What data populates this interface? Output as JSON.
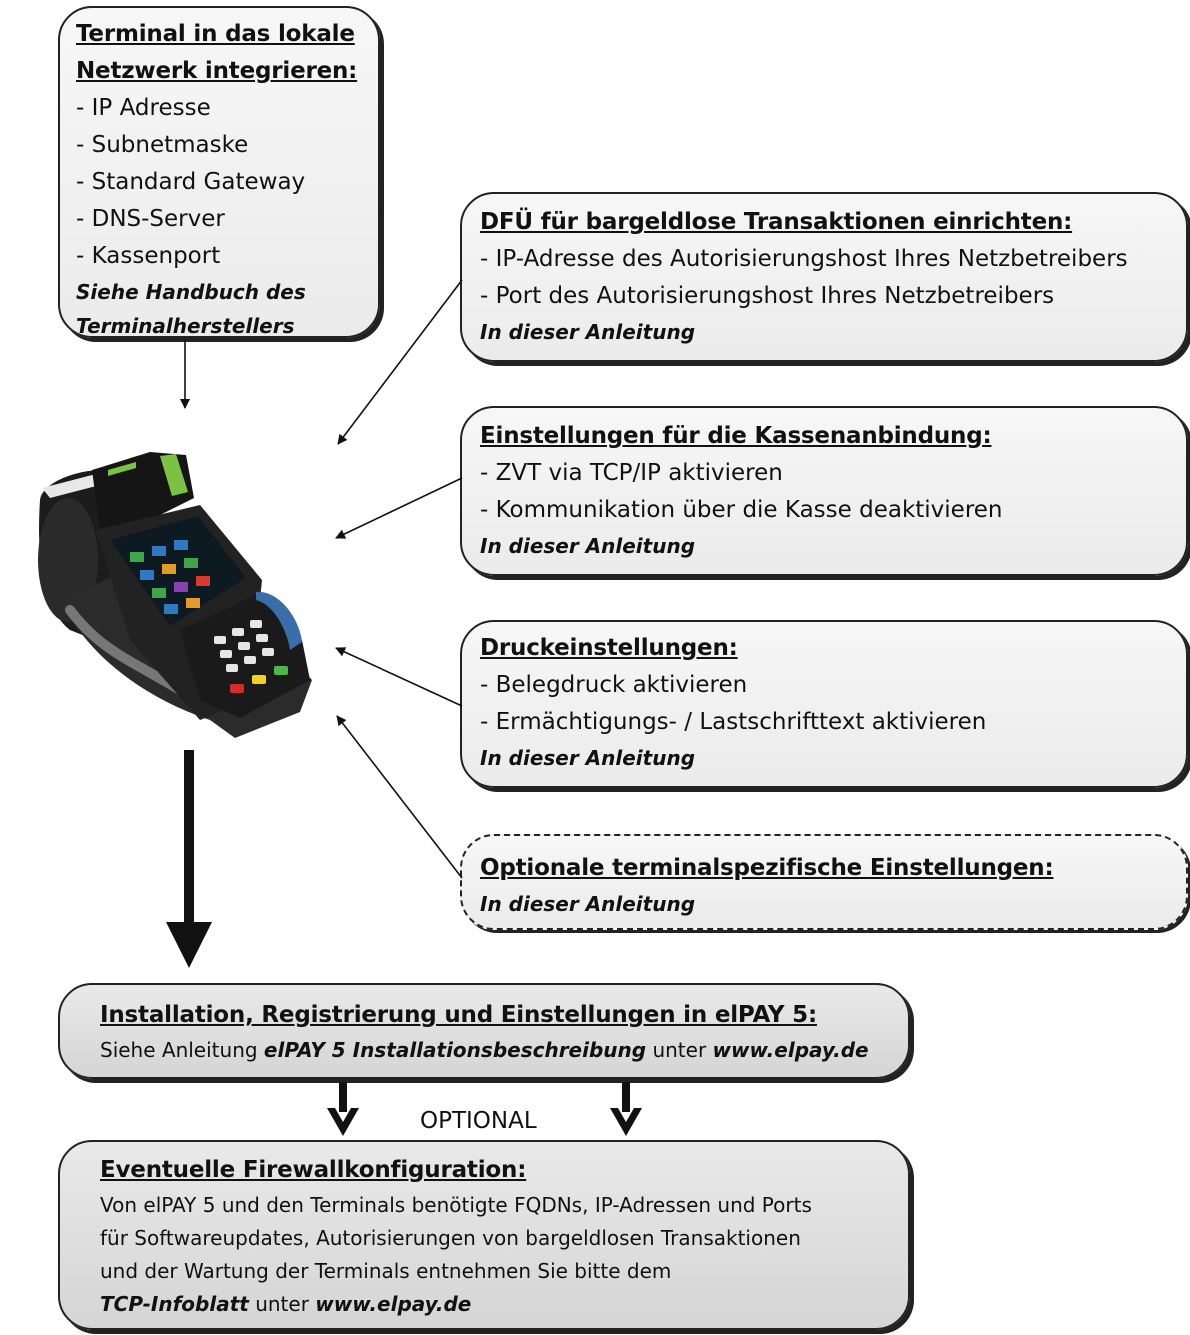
{
  "boxes": {
    "network": {
      "title_line1": "Terminal in das lokale",
      "title_line2": "Netzwerk integrieren:",
      "items": [
        "- IP Adresse",
        "- Subnetmaske",
        "- Standard Gateway",
        "- DNS-Server",
        "- Kassenport"
      ],
      "note_line1": "Siehe Handbuch des",
      "note_line2": "Terminalherstellers"
    },
    "dfue": {
      "title": "DFÜ für bargeldlose Transaktionen einrichten:",
      "items": [
        "- IP-Adresse des Autorisierungshost Ihres Netzbetreibers",
        "- Port des Autorisierungshost Ihres Netzbetreibers"
      ],
      "note": "In dieser Anleitung"
    },
    "kasse": {
      "title": "Einstellungen für die Kassenanbindung:",
      "items": [
        "- ZVT via TCP/IP aktivieren",
        "- Kommunikation über die Kasse deaktivieren"
      ],
      "note": "In dieser Anleitung"
    },
    "druck": {
      "title": "Druckeinstellungen:",
      "items": [
        "- Belegdruck aktivieren",
        "- Ermächtigungs- / Lastschrifttext aktivieren"
      ],
      "note": "In dieser Anleitung"
    },
    "optional_settings": {
      "title": "Optionale terminalspezifische Einstellungen:",
      "note": "In dieser Anleitung"
    },
    "elpay": {
      "title": "Installation, Registrierung und Einstellungen in elPAY 5:",
      "text_prefix": "Siehe Anleitung ",
      "doc": "elPAY 5 Installationsbeschreibung",
      "text_middle": " unter ",
      "url": "www.elpay.de"
    },
    "firewall": {
      "title": "Eventuelle Firewallkonfiguration:",
      "lines": [
        "Von elPAY 5 und den Terminals benötigte FQDNs, IP-Adressen und Ports",
        "für Softwareupdates, Autorisierungen von bargeldlosen Transaktionen",
        "und der Wartung der Terminals entnehmen Sie bitte dem"
      ],
      "doc": "TCP-Infoblatt",
      "text_middle": " unter ",
      "url": "www.elpay.de"
    }
  },
  "optional_label": "OPTIONAL",
  "colors": {
    "border": "#222222",
    "box_light": "#efefef",
    "box_dark": "#d9d9d9",
    "terminal_green": "#7cc242"
  }
}
